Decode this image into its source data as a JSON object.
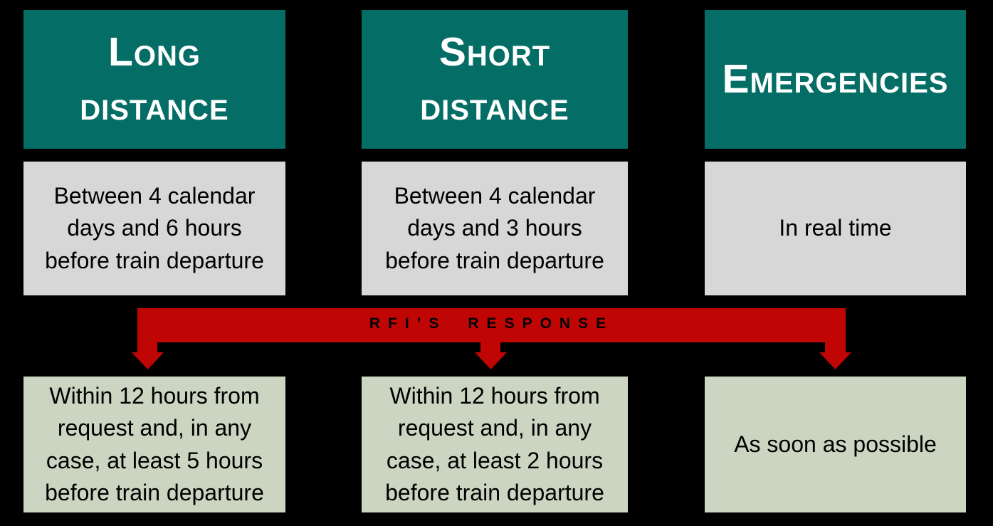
{
  "page": {
    "title": "RFI response times diagram"
  },
  "colors": {
    "page_bg": "#000000",
    "header_bg": "#046D66",
    "header_text": "#FFFFFF",
    "request_bg": "#D7D7D7",
    "response_bg": "#CCD5C1",
    "box_text": "#000000",
    "arrow": "#C00505",
    "banner_text": "#000000"
  },
  "banner": {
    "label": "RFI’S RESPONSE"
  },
  "columns": [
    {
      "id": "long-distance",
      "header": "Long\ndistance",
      "request": "Between 4 calendar\ndays and 6 hours\nbefore train departure",
      "response": "Within 12 hours from\nrequest and, in any\ncase, at least 5 hours\nbefore train departure"
    },
    {
      "id": "short-distance",
      "header": "Short\ndistance",
      "request": "Between 4 calendar\ndays and 3 hours\nbefore train departure",
      "response": "Within 12 hours from\nrequest and, in any\ncase, at least 2 hours\nbefore train departure"
    },
    {
      "id": "emergencies",
      "header": "Emergencies",
      "request": "In real time",
      "response": "As soon as possible"
    }
  ]
}
